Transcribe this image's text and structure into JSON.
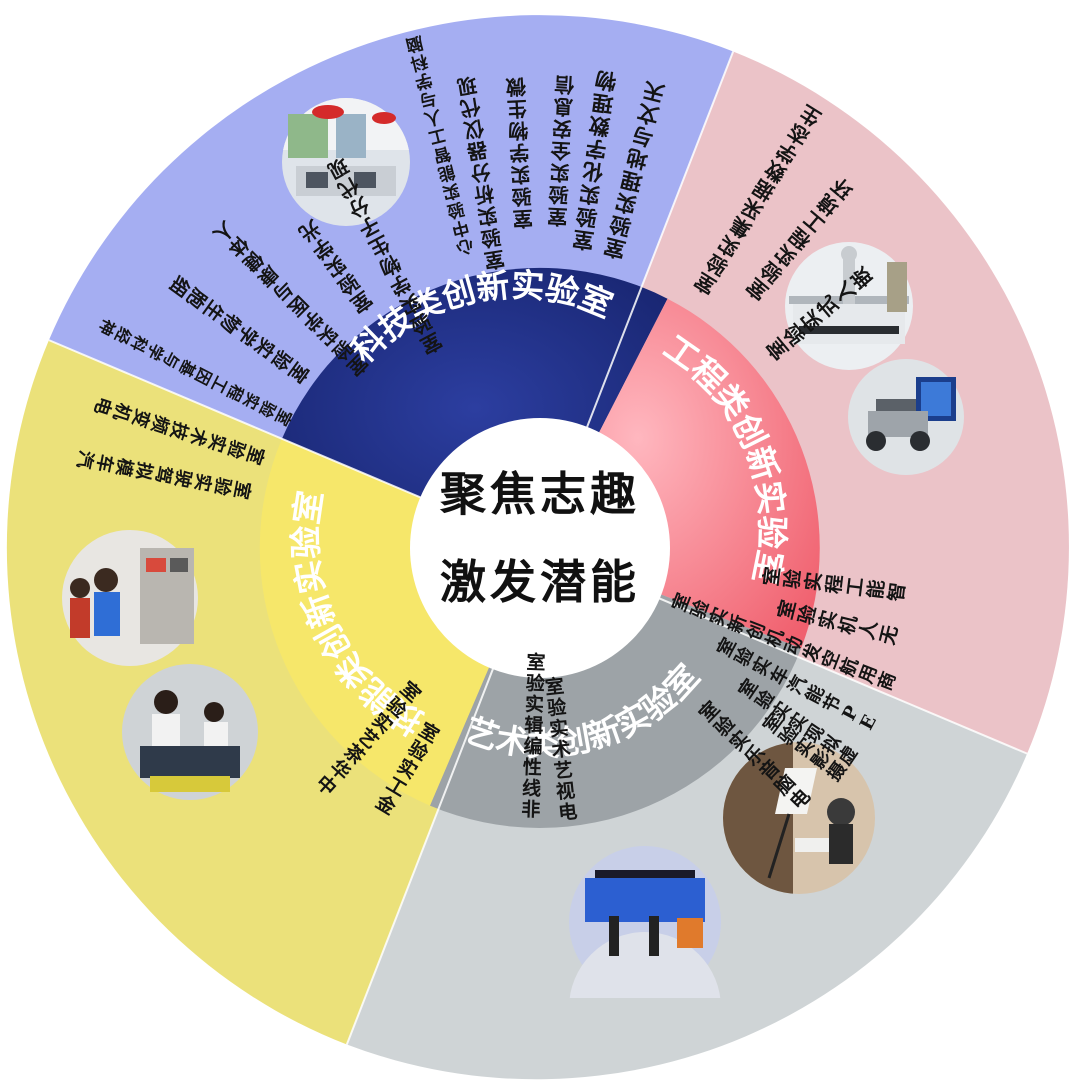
{
  "center": {
    "line1": "聚焦志趣",
    "line2": "激发潜能"
  },
  "colors": {
    "science_outer": "#a5aef2",
    "science_inner": "#1f2e86",
    "engineering_outer": "#ebc3c8",
    "engineering_inner": "#f07480",
    "art_outer": "#cfd4d6",
    "art_inner": "#9da3a7",
    "skills_outer": "#ebe17a",
    "skills_inner": "#f6e76a"
  },
  "sectors": {
    "science": {
      "name": "科技类创新实验室",
      "labs": [
        "天文与地理实验室",
        "物理数字化实验室",
        "信息安全实验室",
        "微生物学实验室",
        "现代仪器分析实验室",
        "脑科学与人工智能实验中心",
        "现代分子生物学实验室",
        "光学实验室",
        "人体健康与医学实验室",
        "细胞生物学实验室",
        "神经科学与基因工程实验室"
      ]
    },
    "engineering": {
      "name": "工程类创新实验室",
      "labs": [
        "生态学数据采集实验室",
        "环境工程实验室",
        "嵌入式实验室",
        "智能工程实验室",
        "无人机实验室",
        "商用航空发动机创新实验室",
        "EP节能汽车实验室",
        "虚拟现实实验室"
      ]
    },
    "art": {
      "name": "艺术类创新实验室",
      "labs": [
        "电脑音乐实验室",
        "摄影实验室",
        "电视艺术实验室",
        "非线性编辑实验室"
      ]
    },
    "skills": {
      "name": "技能类创新实验室",
      "labs": [
        "电机变频技术实验室",
        "汽车模拟驾驶实验室",
        "中华茶艺实验室",
        "金工实验室"
      ]
    }
  },
  "photos": [
    {
      "icon": "science-lab-photo-icon"
    },
    {
      "icon": "engineering-lab-photo-icon"
    },
    {
      "icon": "robot-car-photo-icon"
    },
    {
      "icon": "photography-studio-photo-icon"
    },
    {
      "icon": "tv-studio-photo-icon"
    },
    {
      "icon": "electrical-training-photo-icon"
    },
    {
      "icon": "engine-workshop-photo-icon"
    }
  ]
}
